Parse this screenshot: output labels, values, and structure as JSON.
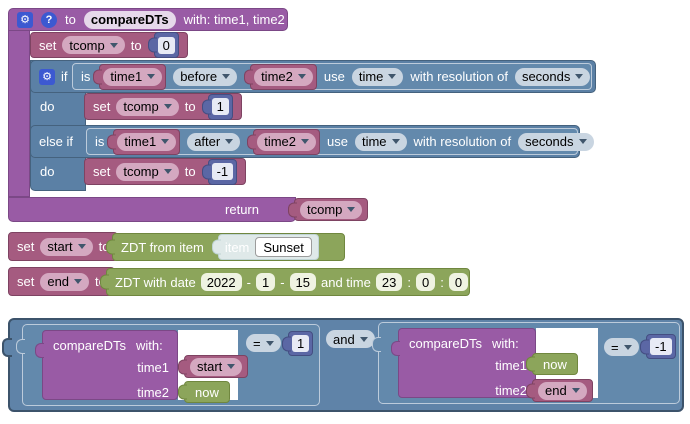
{
  "icons": {
    "gear": "⚙",
    "help": "?"
  },
  "colors": {
    "procedure_purple": "#995ba5",
    "variable_rose": "#a55b80",
    "logic_blue": "#5b80a5",
    "math_indigo": "#5b67a5",
    "datetime_green": "#8ca55b",
    "item_light": "#dfe9e9",
    "icon_blue": "#3c59d1",
    "workspace_bg": "#ffffff"
  },
  "function_def": {
    "header": {
      "to": "to",
      "name": "compareDTs",
      "params": "with: time1, time2"
    },
    "set_init": {
      "set": "set",
      "var": "tcomp",
      "to": "to",
      "value": "0"
    },
    "if_block": {
      "if_label": "if",
      "cond1": {
        "is": "is",
        "arg1": "time1",
        "op": "before",
        "arg2": "time2",
        "use": "use",
        "source": "time",
        "res_label": "with resolution of",
        "resolution": "seconds"
      },
      "do1_label": "do",
      "do1": {
        "set": "set",
        "var": "tcomp",
        "to": "to",
        "value": "1"
      },
      "elseif_label": "else if",
      "cond2": {
        "is": "is",
        "arg1": "time1",
        "op": "after",
        "arg2": "time2",
        "use": "use",
        "source": "time",
        "res_label": "with resolution of",
        "resolution": "seconds"
      },
      "do2_label": "do",
      "do2": {
        "set": "set",
        "var": "tcomp",
        "to": "to",
        "value": "-1"
      }
    },
    "return_row": {
      "label": "return",
      "var": "tcomp"
    }
  },
  "set_start": {
    "set": "set",
    "var": "start",
    "to": "to",
    "block_label": "ZDT from item",
    "item": {
      "label": "item",
      "name": "Sunset"
    }
  },
  "set_end": {
    "set": "set",
    "var": "end",
    "to": "to",
    "block_label": "ZDT with date",
    "year": "2022",
    "sep1": "-",
    "month": "1",
    "sep2": "-",
    "day": "15",
    "time_label": "and time",
    "hour": "23",
    "c1": ":",
    "minute": "0",
    "c2": ":",
    "second": "0"
  },
  "condition": {
    "op": "and",
    "left": {
      "name": "compareDTs",
      "with_label": "with:",
      "arg1_label": "time1",
      "arg1": "start",
      "arg2_label": "time2",
      "arg2": "now",
      "cmp": "=",
      "value": "1"
    },
    "right": {
      "name": "compareDTs",
      "with_label": "with:",
      "arg1_label": "time1",
      "arg1": "now",
      "arg2_label": "time2",
      "arg2": "end",
      "cmp": "=",
      "value": "-1"
    }
  }
}
